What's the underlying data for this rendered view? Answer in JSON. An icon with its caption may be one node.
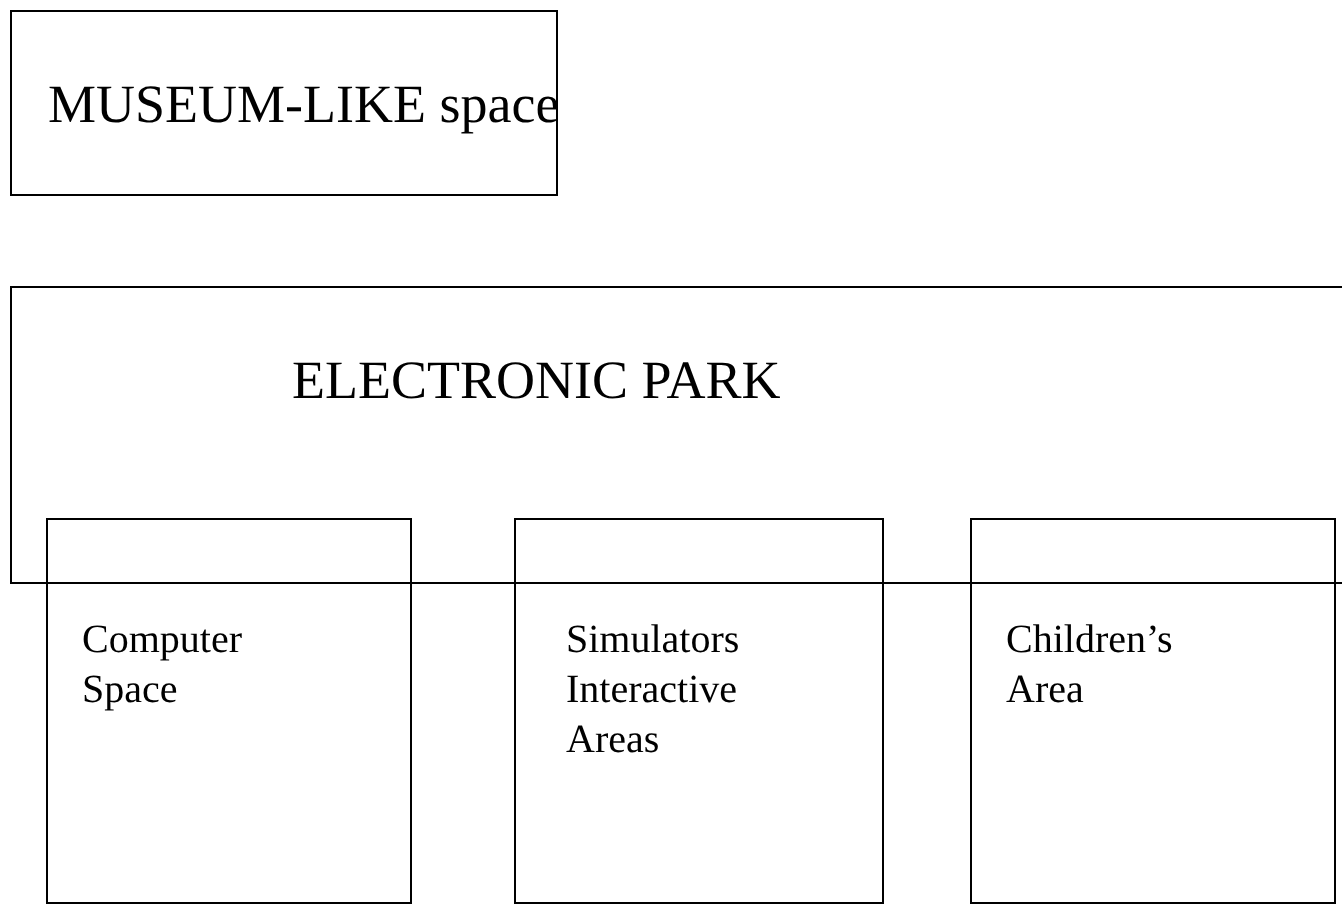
{
  "diagram": {
    "nodes": [
      {
        "text": [
          "MUSEUM-LIKE space"
        ]
      },
      {
        "text": [
          "ELECTRONIC PARK"
        ]
      },
      {
        "text": [
          "Computer Space"
        ]
      },
      {
        "text": [
          "Simulators Interactive Areas"
        ]
      },
      {
        "text": [
          "Children’s Area"
        ]
      }
    ]
  }
}
